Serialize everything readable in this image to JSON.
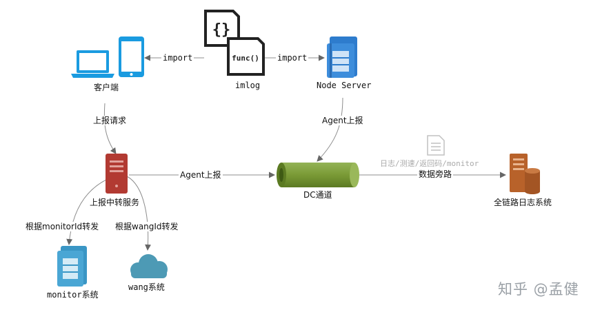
{
  "nodes": {
    "client": "客户端",
    "imlog": "imlog",
    "node_server": "Node Server",
    "relay": "上报中转服务",
    "dc": "DC通道",
    "full_link": "全链路日志系统",
    "monitor": "monitor系统",
    "wang": "wang系统"
  },
  "icons": {
    "imlog_brace": "{}",
    "imlog_func": "func()"
  },
  "edges": {
    "import_left": "import",
    "import_right": "import",
    "report_request": "上报请求",
    "agent_report_top": "Agent上报",
    "agent_report_mid": "Agent上报",
    "log_types": "日志/测速/返回码/monitor",
    "data_bypass": "数据旁路",
    "route_monitor": "根据monitorId转发",
    "route_wang": "根据wangId转发"
  },
  "watermark": "知乎 @孟健",
  "colors": {
    "client_blue": "#1a9be0",
    "node_server_blue": "#2e7ccd",
    "relay_red": "#b23a32",
    "dc_green": "#7a9a36",
    "full_link_orange": "#b8622a",
    "monitor_teal": "#3a96c5",
    "wang_teal": "#4d9ab5",
    "edge_gray": "#8c8c8c"
  }
}
